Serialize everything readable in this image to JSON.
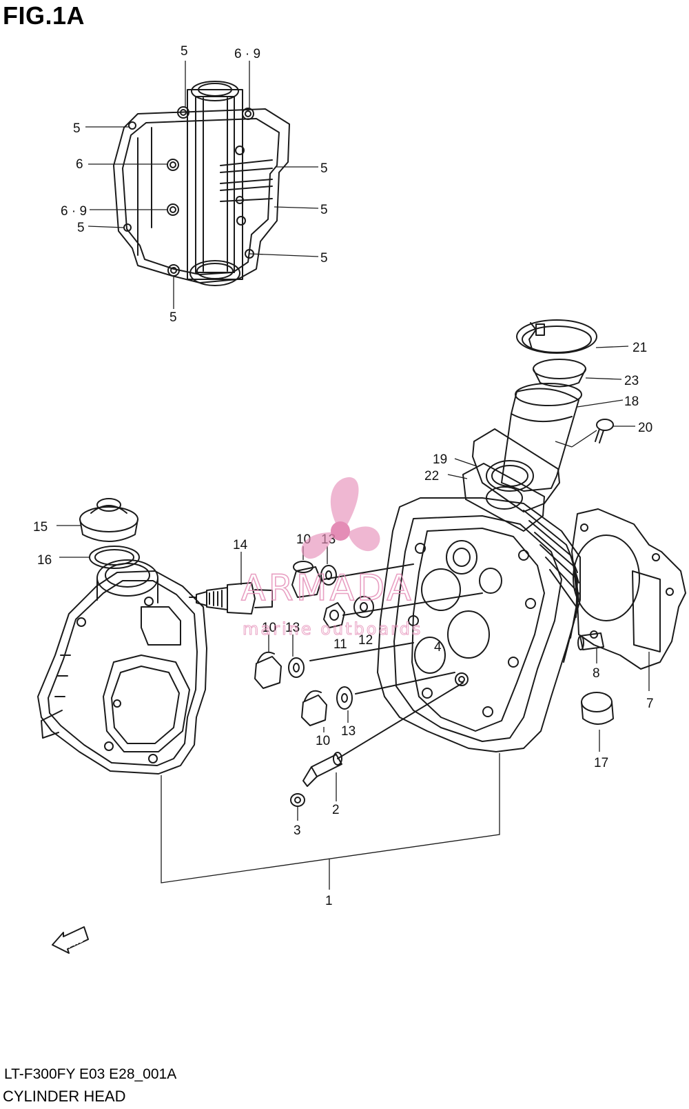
{
  "figure": {
    "title": "FIG.1A",
    "code": "LT-F300FY E03 E28_001A",
    "name": "CYLINDER HEAD"
  },
  "callouts": {
    "top_5a": "5",
    "top_69a": "6 · 9",
    "top_5b": "5",
    "top_6": "6",
    "top_69b": "6 · 9",
    "top_5c": "5",
    "top_5r1": "5",
    "top_5r2": "5",
    "top_5r3": "5",
    "top_5bottom": "5",
    "p21": "21",
    "p23": "23",
    "p18": "18",
    "p20": "20",
    "p19": "19",
    "p22": "22",
    "p15": "15",
    "p16": "16",
    "p14": "14",
    "p10a": "10",
    "p13a": "13",
    "p10b": "10",
    "p13b": "13",
    "p11": "11",
    "p12": "12",
    "p4": "4",
    "p8": "8",
    "p7": "7",
    "p17": "17",
    "p10c": "10",
    "p13c": "13",
    "p2": "2",
    "p3": "3",
    "p1": "1"
  },
  "fwd_marker": "FWD",
  "watermark": {
    "brand": "ARMADA",
    "tagline": "marine outboards",
    "accent": "#e58fb8"
  },
  "colors": {
    "line": "#1a1a1a",
    "background": "#ffffff"
  }
}
